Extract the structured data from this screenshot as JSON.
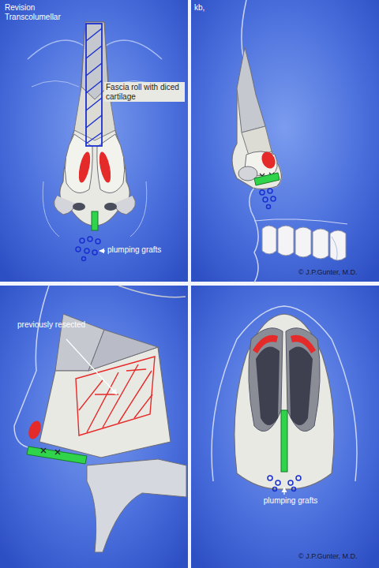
{
  "diagram": {
    "labels": [
      "Revision",
      "Transcolumellar",
      "kb,",
      "Fascia roll with diced cartilage",
      "plumping grafts",
      "© J.P.Gunter, M.D.",
      "previously resected",
      "plumping grafts",
      "© J.P.Gunter, M.D."
    ]
  }
}
